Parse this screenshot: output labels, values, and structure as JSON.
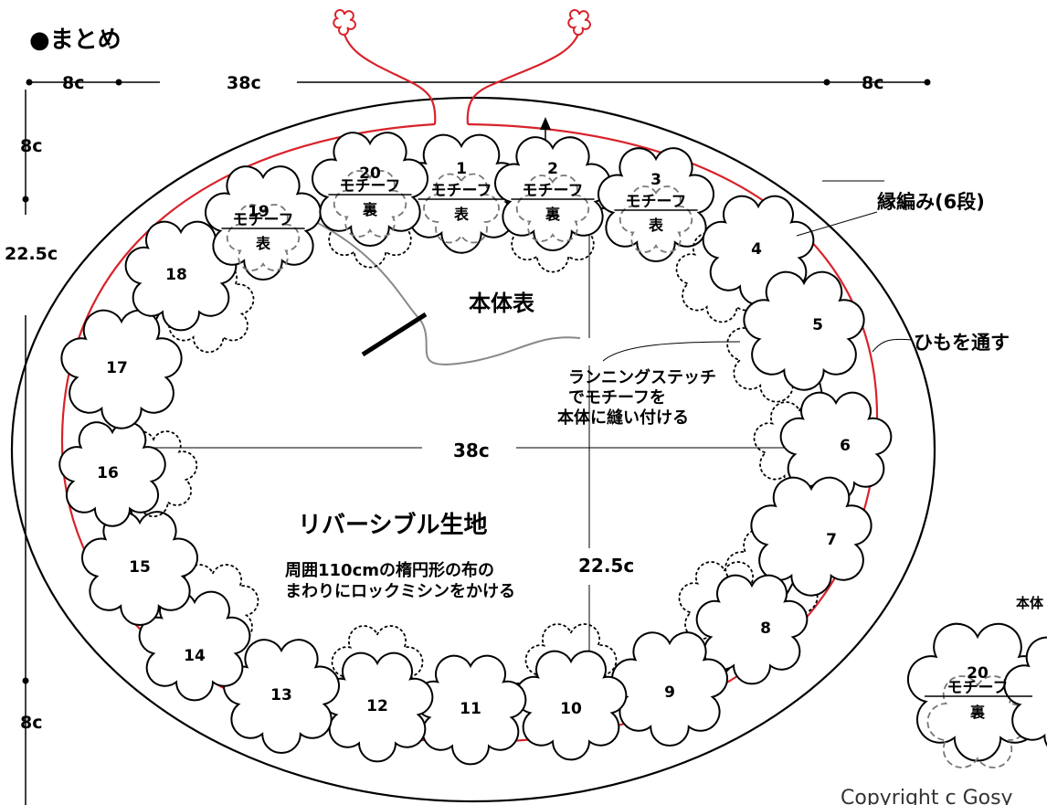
{
  "title": "●まとめ",
  "dims": {
    "top_left": "8c",
    "top_center": "38c",
    "top_right": "8c",
    "left_top": "8c",
    "left_mid": "22.5c",
    "left_bottom": "8c",
    "inner_width": "38c",
    "inner_height": "22.5c"
  },
  "labels": {
    "edge": "縁編み(6段)",
    "cord": "ひもを通す",
    "body_front": "本体表",
    "stitch": [
      "ランニングステッチ",
      "でモチーフを",
      "本体に縫い付ける"
    ],
    "fabric": "リバーシブル生地",
    "fabric_note": [
      "周囲110cmの楕円形の布の",
      "まわりにロックミシンをかける"
    ],
    "side_cut": "本体",
    "copyright": "Copyright c Gosy"
  },
  "motif_word": "モチーフ",
  "front_word": "表",
  "back_word": "裏",
  "motifs": [
    {
      "num": "1",
      "side": "表"
    },
    {
      "num": "2",
      "side": "裏"
    },
    {
      "num": "3",
      "side": "表"
    },
    {
      "num": "4"
    },
    {
      "num": "5"
    },
    {
      "num": "6"
    },
    {
      "num": "7"
    },
    {
      "num": "8"
    },
    {
      "num": "9"
    },
    {
      "num": "10"
    },
    {
      "num": "11"
    },
    {
      "num": "12"
    },
    {
      "num": "13"
    },
    {
      "num": "14"
    },
    {
      "num": "15"
    },
    {
      "num": "16"
    },
    {
      "num": "17"
    },
    {
      "num": "18"
    },
    {
      "num": "19",
      "side": "表"
    },
    {
      "num": "20",
      "side": "裏"
    }
  ],
  "side_motif": {
    "num": "20",
    "side": "裏"
  },
  "colors": {
    "cord": "#d9222a",
    "ink": "#000000",
    "thread": "#888888"
  }
}
